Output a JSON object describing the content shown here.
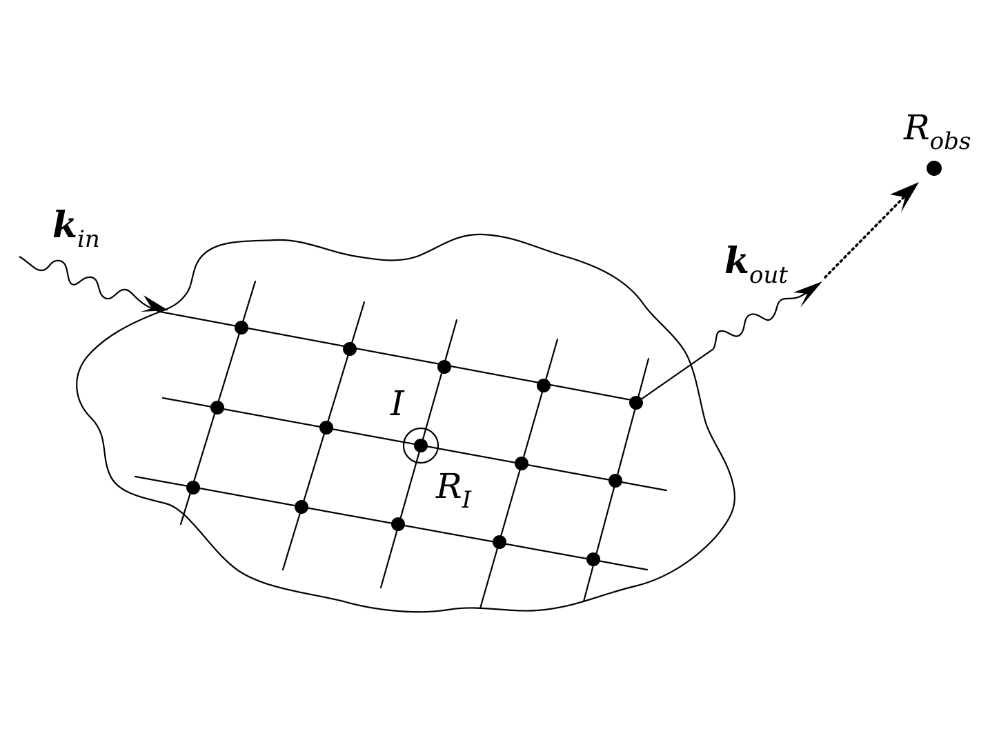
{
  "labels": {
    "k_in": {
      "main": "k",
      "sub": "in"
    },
    "k_out": {
      "main": "k",
      "sub": "out"
    },
    "r_obs": {
      "main": "R",
      "sub": "obs"
    },
    "atom_i": {
      "main": "I"
    },
    "r_i": {
      "main": "R",
      "sub": "I"
    }
  },
  "colors": {
    "ink": "#000000",
    "background": "#ffffff"
  }
}
